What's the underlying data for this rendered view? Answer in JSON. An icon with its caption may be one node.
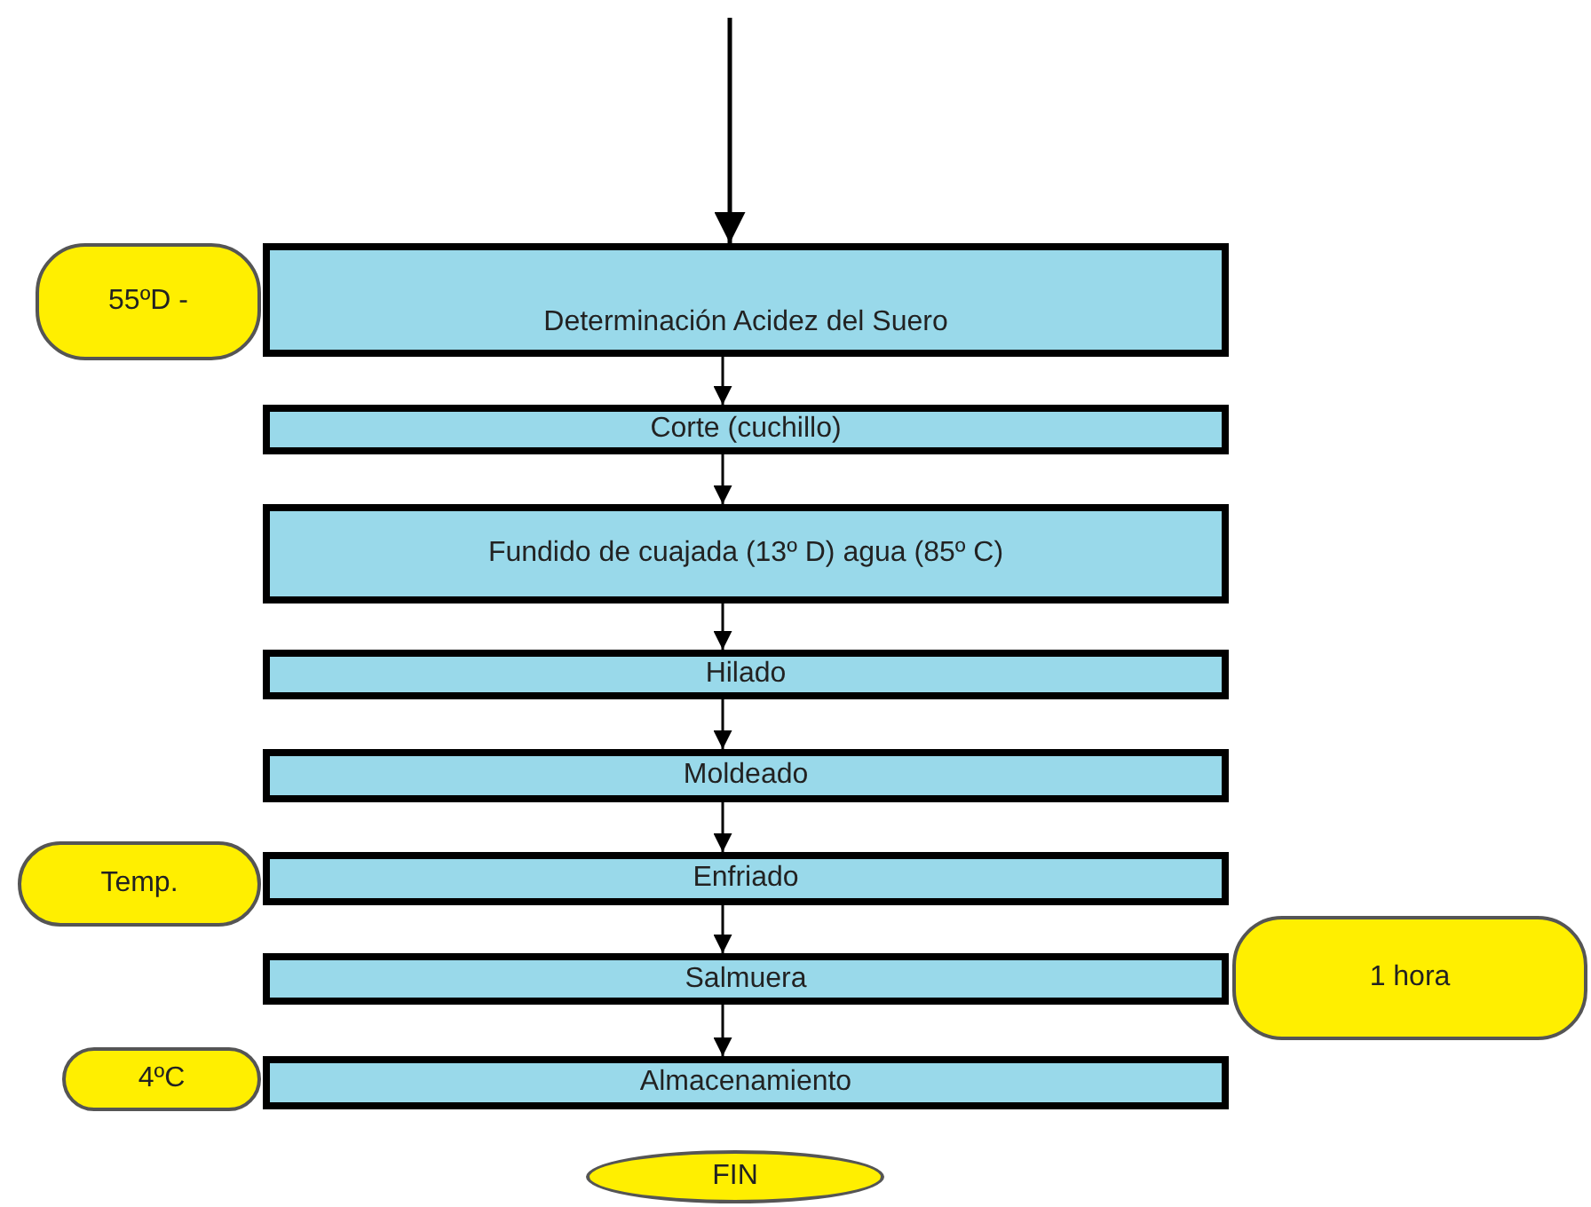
{
  "diagram": {
    "nodes": [
      {
        "text": [
          "55ºD -"
        ]
      },
      {
        "text": [
          "Determinación Acidez del Suero"
        ]
      },
      {
        "text": [
          "Corte (cuchillo)"
        ]
      },
      {
        "text": [
          "Fundido de cuajada (13º D) agua (85º C)"
        ]
      },
      {
        "text": [
          "Hilado"
        ]
      },
      {
        "text": [
          "Moldeado"
        ]
      },
      {
        "text": [
          "Temp."
        ]
      },
      {
        "text": [
          "Enfriado"
        ]
      },
      {
        "text": [
          "Salmuera"
        ]
      },
      {
        "text": [
          "1 hora"
        ]
      },
      {
        "text": [
          "4ºC"
        ]
      },
      {
        "text": [
          "Almacenamiento"
        ]
      },
      {
        "text": [
          "FIN"
        ]
      }
    ],
    "edges": [
      {
        "from": null,
        "to": 1,
        "arrow": "to"
      },
      {
        "from": 1,
        "to": 2,
        "arrow": "to"
      },
      {
        "from": 2,
        "to": 3,
        "arrow": "to"
      },
      {
        "from": 3,
        "to": 4,
        "arrow": "to"
      },
      {
        "from": 4,
        "to": 5,
        "arrow": "to"
      },
      {
        "from": 5,
        "to": 7,
        "arrow": "to"
      },
      {
        "from": 7,
        "to": 8,
        "arrow": "to"
      },
      {
        "from": 8,
        "to": 11,
        "arrow": "to"
      }
    ]
  }
}
